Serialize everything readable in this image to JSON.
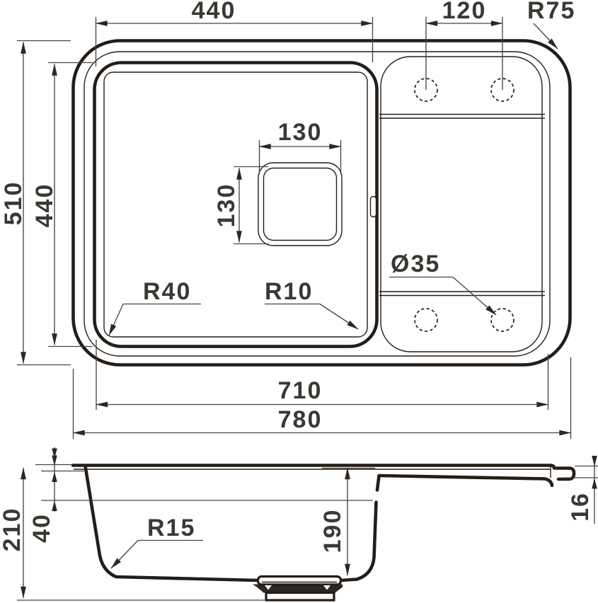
{
  "colors": {
    "line": "#241d18",
    "dim_line": "#4a4540",
    "text": "#3b3733",
    "background": "#ffffff"
  },
  "top_view": {
    "bowl_width": "440",
    "tap_hole_spacing": "120",
    "outer_corner_radius": "R75",
    "overall_depth": "510",
    "bowl_depth": "440",
    "drain_square_width": "130",
    "drain_square_height": "130",
    "bowl_corner_radius": "R40",
    "bowl_inner_corner_radius": "R10",
    "tap_hole_diameter": "Ø35",
    "inner_width": "710",
    "overall_width": "780"
  },
  "section_view": {
    "overall_height": "210",
    "rim_height": "40",
    "bowl_bottom_radius": "R15",
    "bowl_depth": "190",
    "drainboard_edge_height": "16"
  }
}
